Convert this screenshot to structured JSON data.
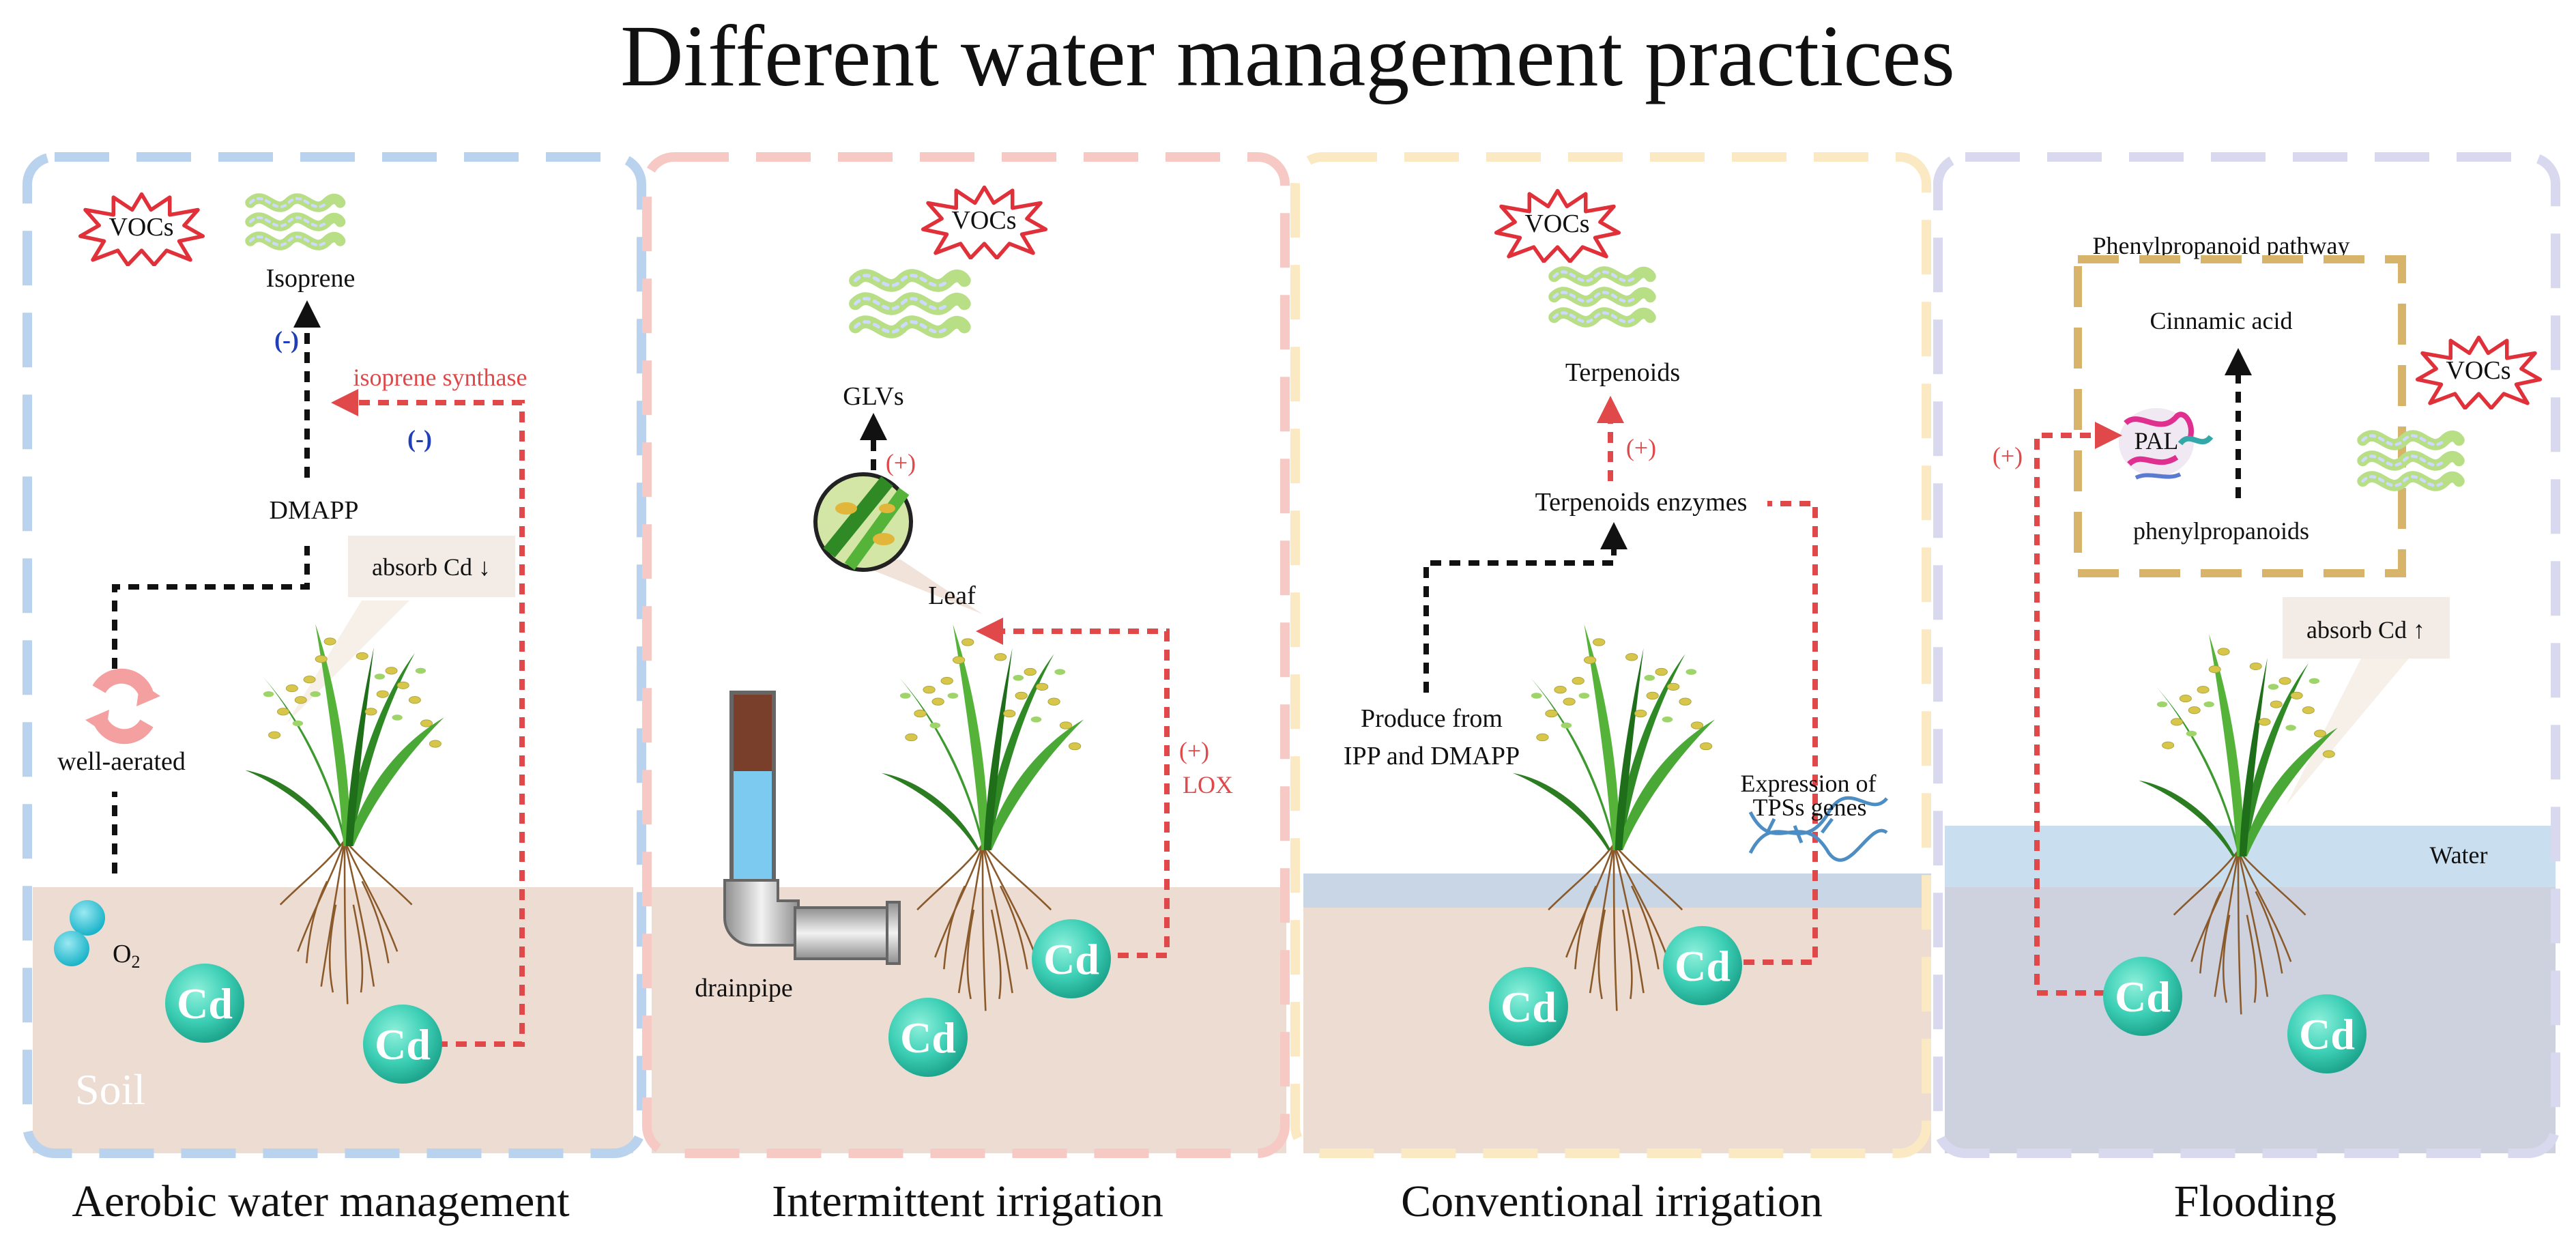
{
  "title": "Different water management practices",
  "panels": [
    {
      "caption": "Aerobic water management",
      "soil_label": "Soil",
      "vocs": "VOCs",
      "compound": "Isoprene",
      "enzyme": "isoprene synthase",
      "effect_1": "(-)",
      "effect_2": "(-)",
      "precursor": "DMAPP",
      "absorb": "absorb Cd ↓",
      "state": "well-aerated",
      "oxygen": "O",
      "oxygen_sub": "2",
      "cd_1": "Cd",
      "cd_2": "Cd"
    },
    {
      "caption": "Intermittent irrigation",
      "vocs": "VOCs",
      "compound": "GLVs",
      "effect": "(+)",
      "leaf": "Leaf",
      "lox_effect": "(+)",
      "lox": "LOX",
      "drainpipe": "drainpipe",
      "cd_1": "Cd",
      "cd_2": "Cd"
    },
    {
      "caption": "Conventional irrigation",
      "vocs": "VOCs",
      "compound": "Terpenoids",
      "effect": "(+)",
      "enzyme": "Terpenoids enzymes",
      "produce_1": "Produce from",
      "produce_2": "IPP and DMAPP",
      "expression_1": "Expression of",
      "expression_2": "TPSs genes",
      "cd_1": "Cd",
      "cd_2": "Cd"
    },
    {
      "caption": "Flooding",
      "pathway": "Phenylpropanoid pathway",
      "compound": "Cinnamic acid",
      "enzyme": "PAL",
      "substrate": "phenylpropanoids",
      "vocs": "VOCs",
      "effect": "(+)",
      "absorb": "absorb Cd ↑",
      "water": "Water",
      "cd_1": "Cd",
      "cd_2": "Cd"
    }
  ],
  "colors": {
    "panel_1_border": "#b9d3ee",
    "panel_2_border": "#f6c9c5",
    "panel_3_border": "#fbe9c4",
    "panel_4_border": "#d8d8ee",
    "soil": "#ecdcd2",
    "water": "#c9dff0",
    "flooded_soil": "#cdd2de",
    "cd_particle": "#3ccfb5",
    "red_arrow": "#e0484a",
    "black_arrow": "#111111",
    "box_border": "#d8b46a"
  }
}
